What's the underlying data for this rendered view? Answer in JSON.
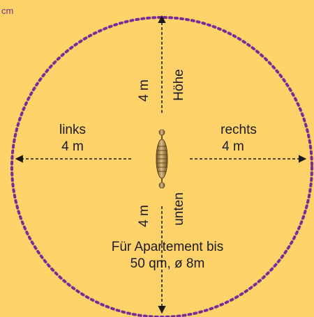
{
  "corner_label": "cm",
  "labels": {
    "top_distance": "4 m",
    "top_direction": "Höhe",
    "left_direction": "links",
    "left_distance": "4 m",
    "right_direction": "rechts",
    "right_distance": "4 m",
    "bottom_distance": "4 m",
    "bottom_direction": "unten"
  },
  "caption": {
    "line1": "Für Apartement bis",
    "line2": "50 qm, ø 8m"
  },
  "colors": {
    "background": "#ffd26a",
    "circle": "#7b2b97",
    "arrows": "#1a1a1a",
    "device": "#9c7a45"
  }
}
